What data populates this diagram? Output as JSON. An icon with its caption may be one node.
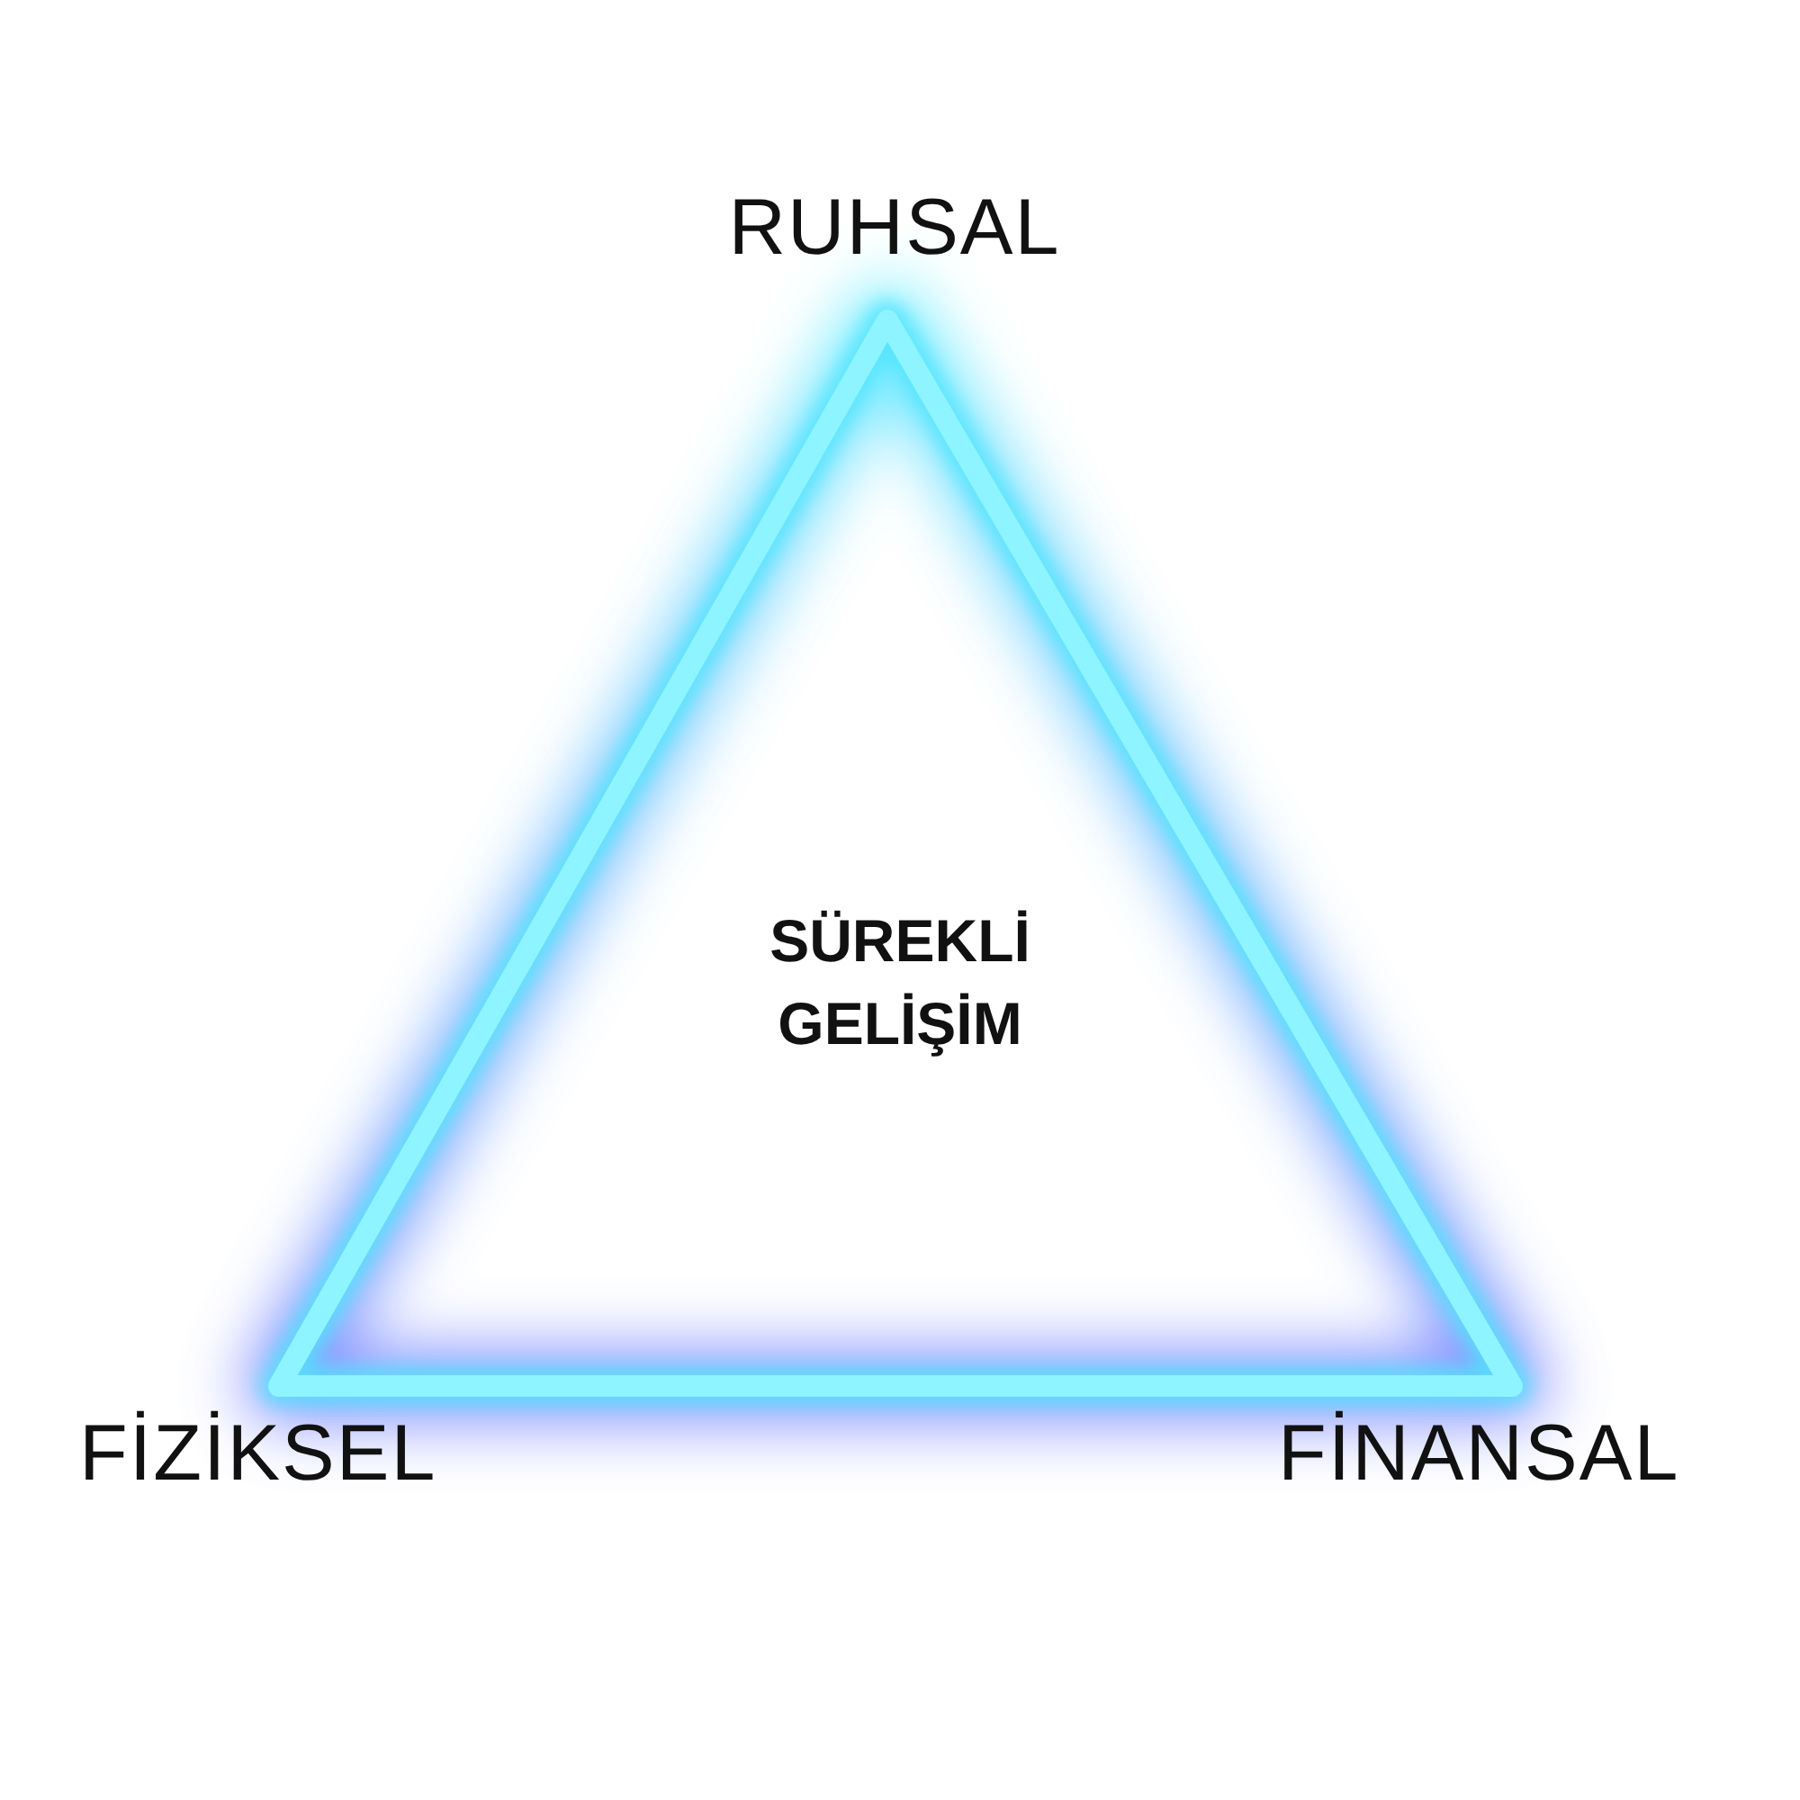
{
  "diagram": {
    "nodes": [
      {
        "text": [
          "SÜREKLİ GELİŞİM"
        ]
      }
    ],
    "labels": [
      "RUHSAL",
      "FİZİKSEL",
      "FİNANSAL"
    ]
  }
}
